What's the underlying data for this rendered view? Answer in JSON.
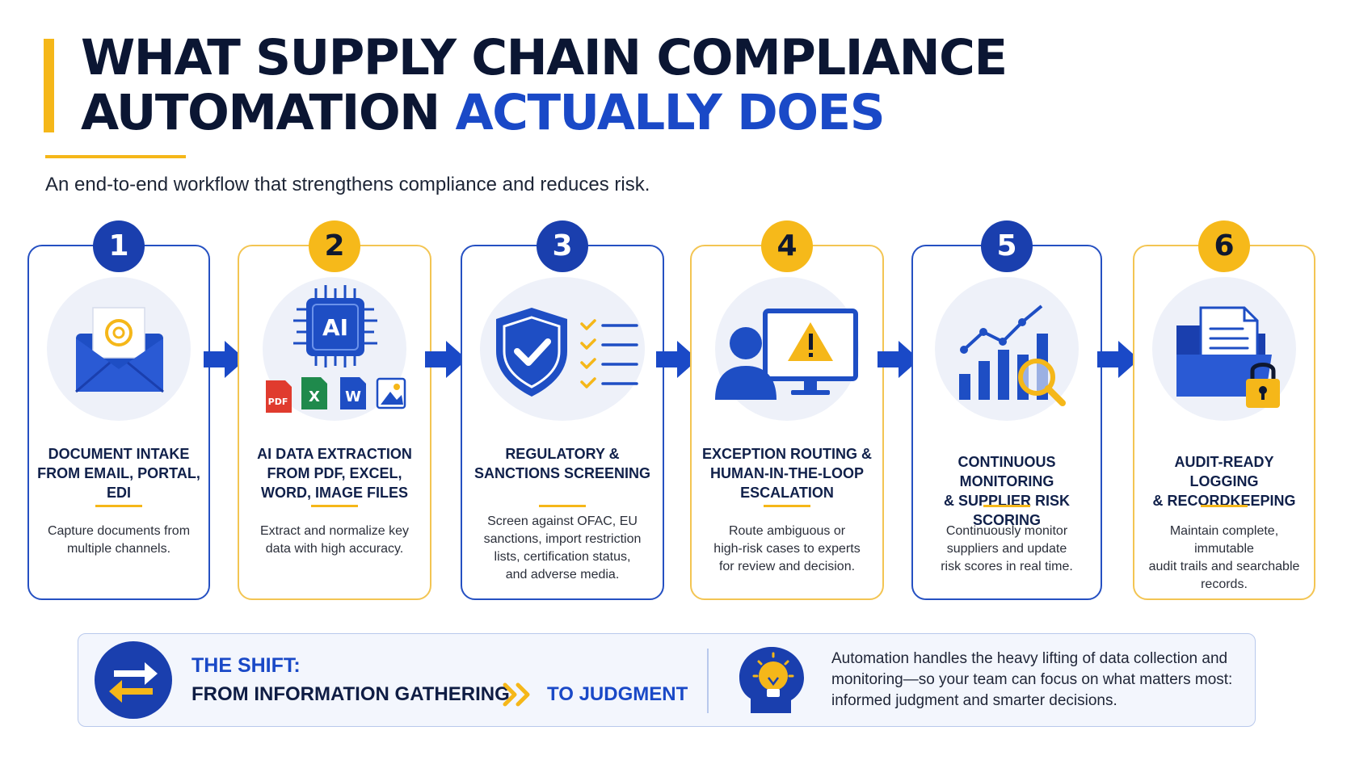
{
  "header": {
    "title_line1": "WHAT SUPPLY CHAIN COMPLIANCE",
    "title_line2_plain": "AUTOMATION ",
    "title_line2_accent": "ACTUALLY DOES",
    "subtitle": "An end-to-end workflow that strengthens compliance and reduces risk."
  },
  "colors": {
    "navy": "#0b1633",
    "blue": "#1a49c7",
    "dark_blue": "#1a3fae",
    "gold": "#f5b719",
    "light_gold_border": "#f3c553"
  },
  "steps": [
    {
      "number": "1",
      "title": "DOCUMENT INTAKE\nFROM EMAIL, PORTAL, EDI",
      "description": "Capture documents from\nmultiple channels.",
      "icon": "email-envelope-icon"
    },
    {
      "number": "2",
      "title": "AI DATA EXTRACTION\nFROM PDF, EXCEL,\nWORD, IMAGE FILES",
      "description": "Extract and normalize key\ndata with high accuracy.",
      "icon": "ai-chip-icon",
      "file_labels": [
        "PDF",
        "X",
        "W"
      ],
      "chip_label": "AI"
    },
    {
      "number": "3",
      "title": "REGULATORY &\nSANCTIONS SCREENING",
      "description": "Screen against OFAC, EU\nsanctions, import restriction\nlists, certification status,\nand adverse media.",
      "icon": "shield-check-icon"
    },
    {
      "number": "4",
      "title": "EXCEPTION ROUTING &\nHUMAN-IN-THE-LOOP\nESCALATION",
      "description": "Route ambiguous or\nhigh-risk cases to experts\nfor review and decision.",
      "icon": "person-monitor-alert-icon"
    },
    {
      "number": "5",
      "title": "CONTINUOUS MONITORING\n& SUPPLIER RISK SCORING",
      "description": "Continuously monitor\nsuppliers and update\nrisk scores in real time.",
      "icon": "chart-magnifier-icon"
    },
    {
      "number": "6",
      "title": "AUDIT-READY LOGGING\n& RECORDKEEPING",
      "description": "Maintain complete, immutable\naudit trails and searchable\nrecords.",
      "icon": "folder-lock-icon"
    }
  ],
  "shift": {
    "label": "THE SHIFT:",
    "from": "FROM INFORMATION GATHERING",
    "to": "TO JUDGMENT",
    "text": "Automation handles the heavy lifting of data collection and monitoring—so your team can focus on what matters most: informed judgment and smarter decisions."
  }
}
